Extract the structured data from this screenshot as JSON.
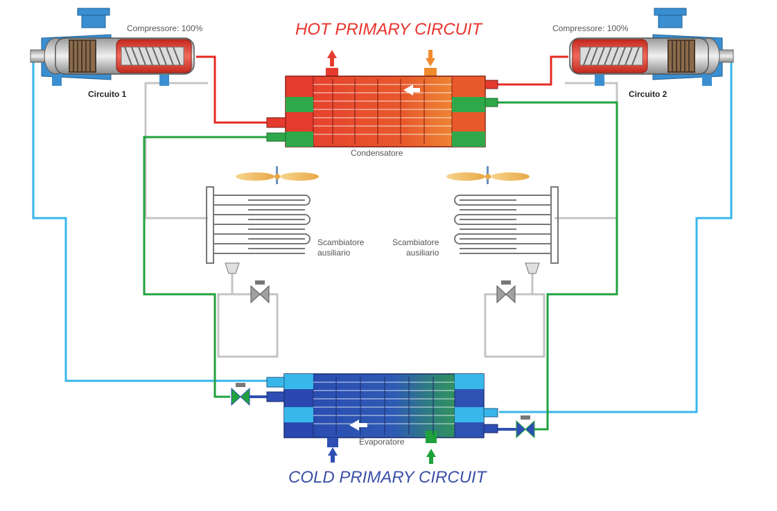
{
  "titles": {
    "hot": "HOT PRIMARY CIRCUIT",
    "cold": "COLD PRIMARY CIRCUIT"
  },
  "left_unit": {
    "compressor_label": "Compressore: 100%",
    "circuit_label": "Circuito 1",
    "aux_exchanger_line1": "Scambiatore",
    "aux_exchanger_line2": "ausiliario"
  },
  "right_unit": {
    "compressor_label": "Compressore: 100%",
    "circuit_label": "Circuito 2",
    "aux_exchanger_line1": "Scambiatore",
    "aux_exchanger_line2": "ausiliario"
  },
  "condenser_label": "Condensatore",
  "evaporator_label": "Evaporatore",
  "colors": {
    "hot_title": "#e8322c",
    "cold_title": "#3b4fa8",
    "hot_pipe": "#e52a22",
    "green_pipe": "#1fa23c",
    "blue_pipe": "#39b6ea",
    "gray_pipe": "#c4c4c4",
    "compressor_body": "#c8c8c8",
    "compressor_rotor": "#e53b2e",
    "motor_blue": "#3a8fd2",
    "condenser_red": "#e53b2e",
    "condenser_orange": "#f08a2e",
    "evaporator_blue": "#2d4fb3",
    "evaporator_light": "#38b8ea",
    "fan": "#f0c067"
  },
  "icons": {
    "valve": "valve-icon",
    "arrow_up": "arrow-up-icon",
    "arrow_down": "arrow-down-icon",
    "arrow_left": "arrow-left-icon",
    "fan": "fan-icon"
  }
}
